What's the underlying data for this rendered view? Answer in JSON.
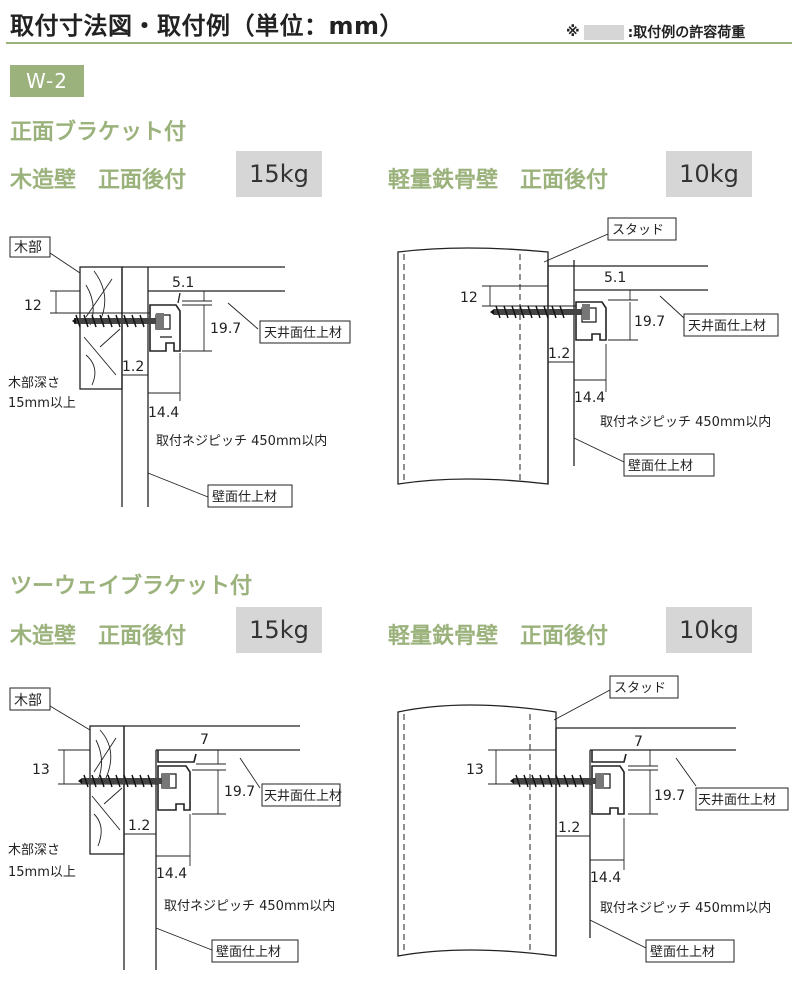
{
  "header": {
    "title": "取付寸法図・取付例（単位：mm）",
    "note_prefix": "※",
    "note_text": ":取付例の許容荷重"
  },
  "model": "W-2",
  "sections": [
    {
      "title": "正面ブラケット付",
      "panels": [
        {
          "wall": "木造壁　正面後付",
          "load": "15kg",
          "tag": "木部",
          "dim_a": "12",
          "dim_b": "5.1",
          "dim_c": "19.7",
          "dim_d": "1.2",
          "dim_e": "14.4",
          "label_ceiling": "天井面仕上材",
          "label_depth_1": "木部深さ",
          "label_depth_2": "15mm以上",
          "label_pitch": "取付ネジピッチ 450mm以内",
          "label_wall": "壁面仕上材"
        },
        {
          "wall": "軽量鉄骨壁　正面後付",
          "load": "10kg",
          "tag": "スタッド",
          "dim_a": "12",
          "dim_b": "5.1",
          "dim_c": "19.7",
          "dim_d": "1.2",
          "dim_e": "14.4",
          "label_ceiling": "天井面仕上材",
          "label_pitch": "取付ネジピッチ 450mm以内",
          "label_wall": "壁面仕上材"
        }
      ]
    },
    {
      "title": "ツーウェイブラケット付",
      "panels": [
        {
          "wall": "木造壁　正面後付",
          "load": "15kg",
          "tag": "木部",
          "dim_a": "13",
          "dim_b": "7",
          "dim_c": "19.7",
          "dim_d": "1.2",
          "dim_e": "14.4",
          "label_ceiling": "天井面仕上材",
          "label_depth_1": "木部深さ",
          "label_depth_2": "15mm以上",
          "label_pitch": "取付ネジピッチ 450mm以内",
          "label_wall": "壁面仕上材"
        },
        {
          "wall": "軽量鉄骨壁　正面後付",
          "load": "10kg",
          "tag": "スタッド",
          "dim_a": "13",
          "dim_b": "7",
          "dim_c": "19.7",
          "dim_d": "1.2",
          "dim_e": "14.4",
          "label_ceiling": "天井面仕上材",
          "label_pitch": "取付ネジピッチ 450mm以内",
          "label_wall": "壁面仕上材"
        }
      ]
    }
  ]
}
